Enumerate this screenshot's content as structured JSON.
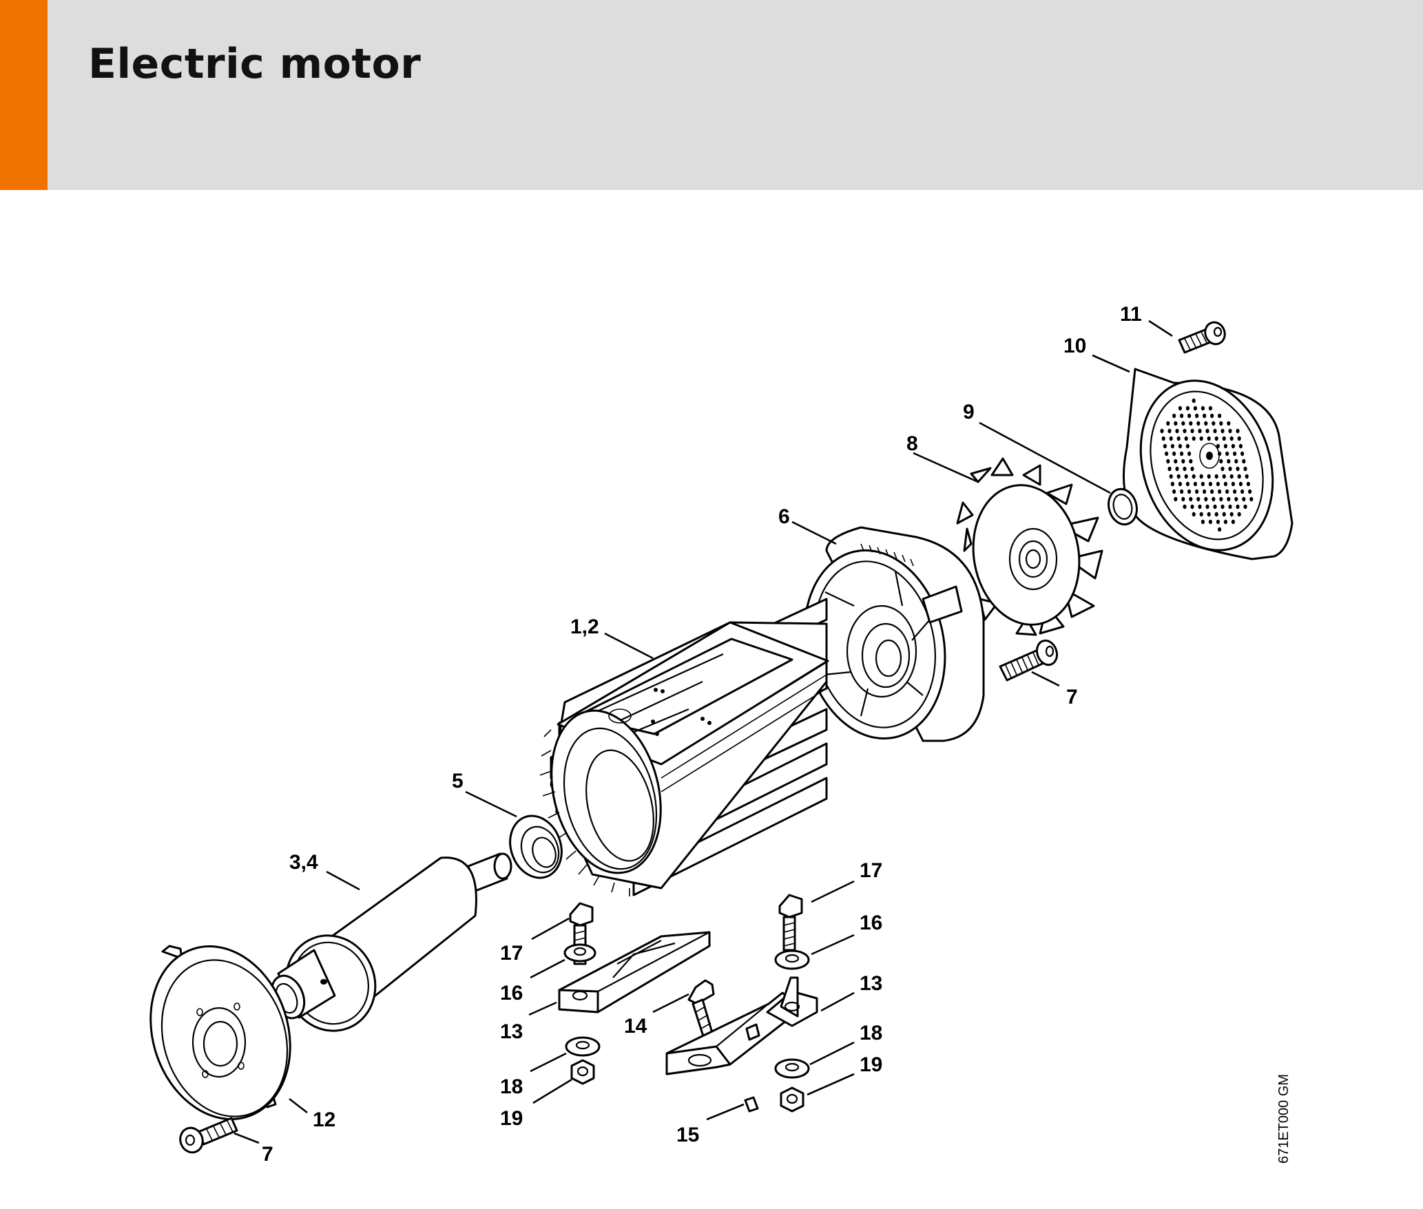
{
  "header": {
    "title": "Electric motor",
    "accent_color": "#f07300",
    "background_color": "#dcdddc"
  },
  "diagram": {
    "callouts": [
      "1,2",
      "3,4",
      "5",
      "6",
      "7",
      "7",
      "8",
      "9",
      "10",
      "11",
      "12",
      "13",
      "13",
      "14",
      "15",
      "16",
      "16",
      "17",
      "17",
      "18",
      "18",
      "19",
      "19"
    ],
    "doc_code": "671ET000 GM"
  }
}
